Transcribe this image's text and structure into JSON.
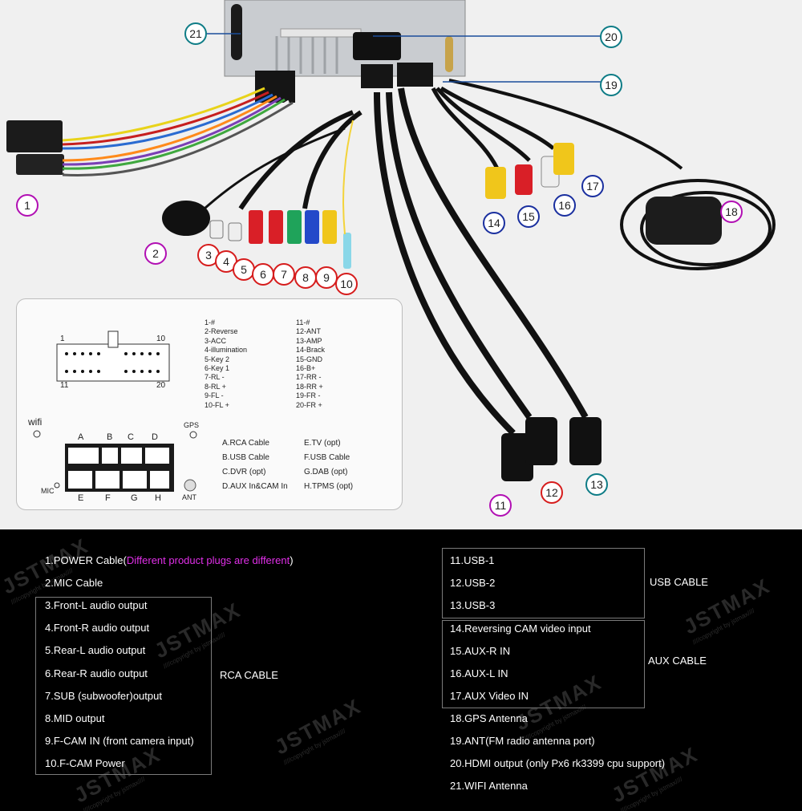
{
  "callouts": [
    "1",
    "2",
    "3",
    "4",
    "5",
    "6",
    "7",
    "8",
    "9",
    "10",
    "11",
    "12",
    "13",
    "14",
    "15",
    "16",
    "17",
    "18",
    "19",
    "20",
    "21"
  ],
  "pinout": {
    "pin_first_top": "1",
    "pin_last_top": "10",
    "pin_first_bottom": "11",
    "pin_last_bottom": "20",
    "left_column": "1-#\n2-Reverse\n3-ACC\n4-illumination\n5-Key 2\n6-Key 1\n7-RL -\n8-RL +\n9-FL -\n10-FL +",
    "right_column": "11-#\n12-ANT\n13-AMP\n14-Brack\n15-GND\n16-B+\n17-RR -\n18-RR +\n19-FR -\n20-FR +"
  },
  "rear_panel": {
    "wifi": "wifi",
    "gps": "GPS",
    "mic": "MIC",
    "ant": "ANT",
    "top_ports": [
      "A",
      "B",
      "C",
      "D"
    ],
    "bottom_ports": [
      "E",
      "F",
      "G",
      "H"
    ],
    "port_legend_left": [
      "A.RCA Cable",
      "B.USB Cable",
      "C.DVR (opt)",
      "D.AUX In&CAM In"
    ],
    "port_legend_right": [
      "E.TV (opt)",
      "F.USB Cable",
      "G.DAB (opt)",
      "H.TPMS (opt)"
    ]
  },
  "legend": {
    "item1_main": "1.POWER Cable(",
    "item1_note": "Different product plugs are different",
    "item1_end": ")",
    "left_items": [
      "2.MIC Cable",
      "3.Front-L  audio output",
      "4.Front-R audio output",
      "5.Rear-L  audio output",
      "6.Rear-R  audio output",
      "7.SUB (subwoofer)output",
      "8.MID output",
      "9.F-CAM IN (front camera input)",
      "10.F-CAM Power"
    ],
    "right_items": [
      "11.USB-1",
      "12.USB-2",
      "13.USB-3",
      "14.Reversing CAM video input",
      "15.AUX-R IN",
      "16.AUX-L IN",
      "17.AUX Video IN",
      "18.GPS Antenna",
      "19.ANT(FM radio antenna port)",
      "20.HDMI output (only Px6 rk3399 cpu support)",
      "21.WIFI Antenna"
    ],
    "groups": [
      "RCA CABLE",
      "USB CABLE",
      "AUX CABLE"
    ]
  },
  "watermark": {
    "brand": "JSTMAX",
    "copyright": "////copyright by jstmax////"
  },
  "colors": {
    "callout_border": "#b10fb3",
    "legend_bg": "#000000",
    "note": "#e02fe8"
  }
}
